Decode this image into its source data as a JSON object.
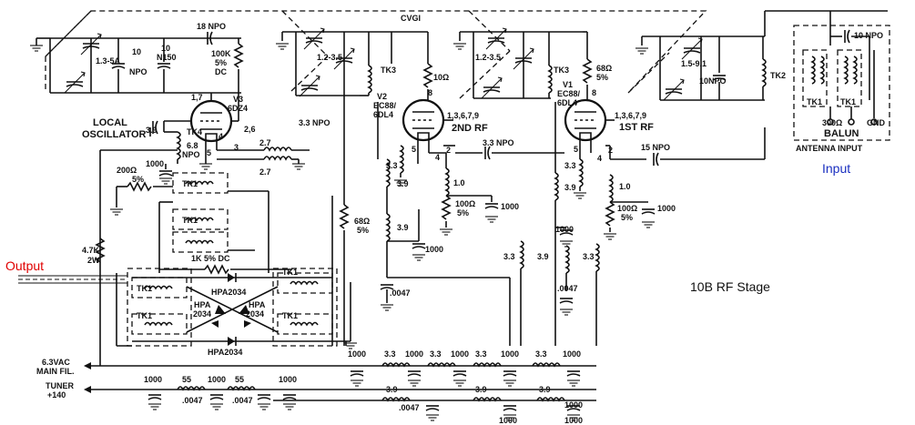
{
  "annotations": {
    "output": "Output",
    "input": "Input",
    "title": "10B RF Stage"
  },
  "colors": {
    "output": "#e00000",
    "input": "#1a2fc0",
    "ink": "#111111"
  },
  "sections": {
    "local_oscillator_1": "LOCAL",
    "local_oscillator_2": "OSCILLATOR",
    "second_rf": "2ND RF",
    "first_rf": "1ST RF",
    "balun": "BALUN",
    "antenna_input": "ANTENNA  INPUT",
    "cvgi": "CVGI"
  },
  "tubes": {
    "v3_name": "V3",
    "v3_type": "6DZ4",
    "v2_name": "V2",
    "v2_type1": "EC88/",
    "v2_type2": "6DL4",
    "v1_name": "V1",
    "v1_type1": "EC88/",
    "v1_type2": "6DL4"
  },
  "pins": {
    "v3_17": "1,7",
    "v3_26": "2,6",
    "v3_5": "5",
    "v3_4": "4",
    "v3_3": "3",
    "v2_8": "8",
    "v2_1369": "1,3,6,7,9",
    "v2_5": "5",
    "v2_2": "2",
    "v2_4": "4",
    "v1_8": "8",
    "v1_1369": "1,3,6,7,9",
    "v1_5": "5",
    "v1_2": "2",
    "v1_4": "4"
  },
  "components": {
    "c_13_5a": "1.3-5A",
    "c_10npo_osc1": "10",
    "c_10npo_osc2": "NPO",
    "c_10n150_1": "10",
    "c_10n150_2": "N150",
    "c_18npo": "18 NPO",
    "r_100k_1": "100K",
    "r_100k_2": "5%",
    "r_100k_3": "DC",
    "c_39_osc": "3.9",
    "c_68npo_1": "6.8",
    "c_68npo_2": "NPO",
    "c_1000_osc": "1000",
    "tk4": "TK4",
    "l_27_a": "2.7",
    "l_27_b": "2.7",
    "r_200_1": "200Ω",
    "r_200_2": "5%",
    "tk1_a": "TK1",
    "tk1_b": "TK1",
    "tk1_c": "TK1",
    "tk1_d": "TK1",
    "tk1_e": "TK1",
    "tk1_f": "TK1",
    "r_47k_1": "4.7K",
    "r_47k_2": "2W",
    "r_1k": "1K 5% DC",
    "d_hpa_top": "HPA2034",
    "d_hpa_left_1": "HPA",
    "d_hpa_left_2": "2034",
    "d_hpa_right_1": "HPA",
    "d_hpa_right_2": "2034",
    "d_hpa_bot": "HPA2034",
    "c_12_35a": "1.2-3.5",
    "tk3_a": "TK3",
    "c_33npo_a": "3.3 NPO",
    "r_10_a": "10Ω",
    "c_33npo_b": "3.3 NPO",
    "l_33_v2": "3.3",
    "l_39_a": "3.9",
    "l_39_b": "3.9",
    "c_1000_v2": "1000",
    "c_0047_a": ".0047",
    "r_68_a1": "68Ω",
    "r_68_a2": "5%",
    "l_10_a": "1.0",
    "r_100_a1": "100Ω",
    "r_100_a2": "5%",
    "c_1000_a": "1000",
    "c_12_35b": "1.2-3.5",
    "tk3_b": "TK3",
    "r_68_b1": "68Ω",
    "r_68_b2": "5%",
    "l_33_mid": "3.3",
    "l_33_v1": "3.3",
    "l_39_c": "3.9",
    "l_39_d": "3.9",
    "c_1000_b": "1000",
    "c_0047_b": ".0047",
    "c_15_91": "1.5-9.1",
    "c_10npo_b": "10NPO",
    "tk2": "TK2",
    "c_15npo": "15 NPO",
    "l_10_b": "1.0",
    "r_100_b1": "100Ω",
    "r_100_b2": "5%",
    "c_1000_c": "1000",
    "l_33_c": "3.3",
    "c_10npo_top": "10 NPO",
    "balun_tk1_a": "TK1",
    "balun_tk1_b": "TK1",
    "balun_300": "300Ω",
    "gnd": "GND"
  },
  "bus": {
    "fil_1": "6.3VAC",
    "fil_2": "MAIN FIL.",
    "tuner_1": "TUNER",
    "tuner_2": "+140",
    "b_1000_1": "1000",
    "b_33_1": "3.3",
    "b_1000_2": "1000",
    "b_33_2": "3.3",
    "b_1000_3": "1000",
    "b_33_3": "3.3",
    "b_1000_4": "1000",
    "b_33_4": "3.3",
    "b_1000_5": "1000",
    "t_1000_1": "1000",
    "t_55_1": "55",
    "t_1000_2": "1000",
    "t_55_2": "55",
    "t_1000_3": "1000",
    "t_0047_1": ".0047",
    "t_0047_2": ".0047",
    "t_39_1": "3.9",
    "t_39_2": "3.9",
    "t_0047_3": ".0047",
    "t_1000_4": "1000",
    "t_1000_5": "1000",
    "t_39_3": "3.9",
    "t_1000_6": "1000"
  }
}
